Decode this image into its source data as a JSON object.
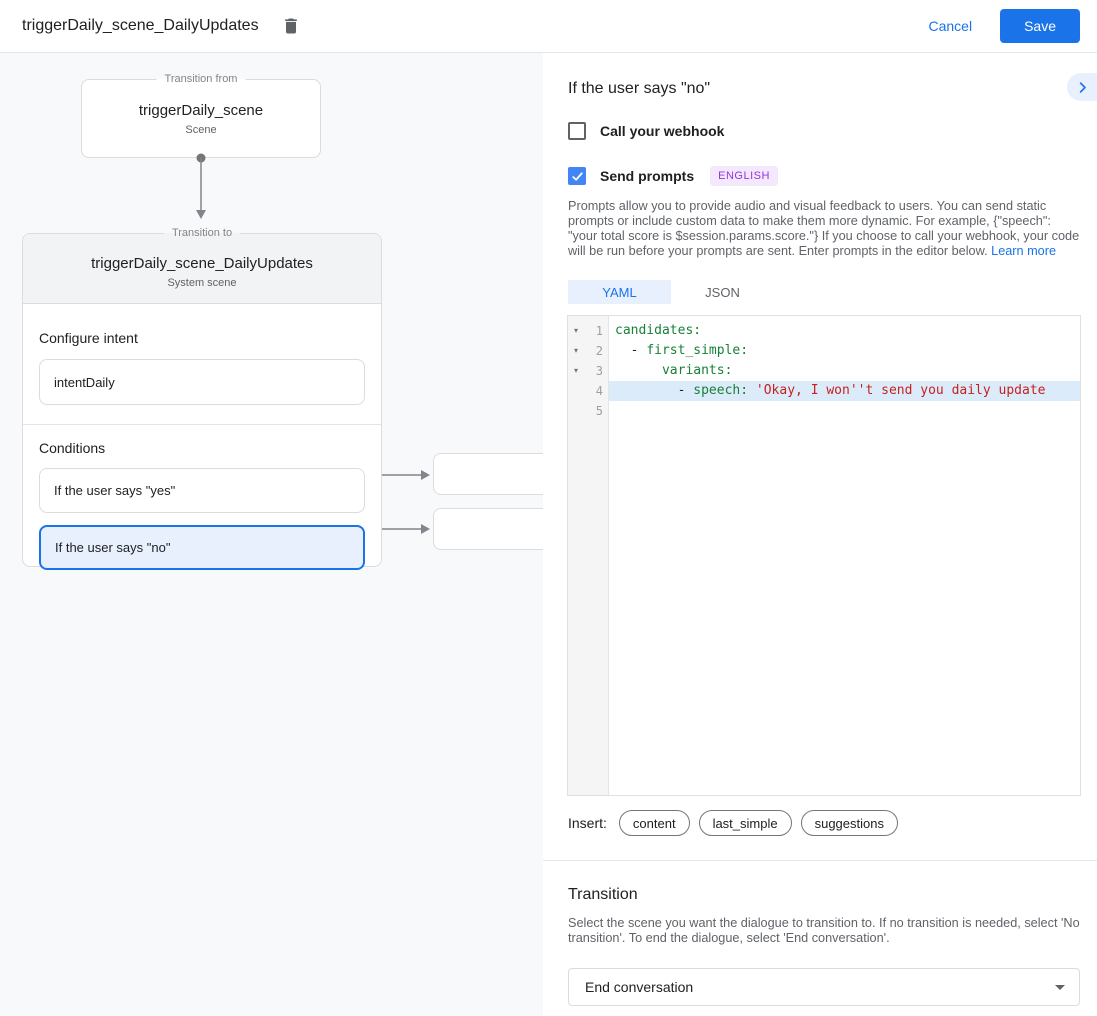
{
  "topbar": {
    "title": "triggerDaily_scene_DailyUpdates",
    "cancel_label": "Cancel",
    "save_label": "Save"
  },
  "diagram": {
    "from_box": {
      "legend": "Transition from",
      "title": "triggerDaily_scene",
      "subtitle": "Scene"
    },
    "to_card": {
      "legend": "Transition to",
      "title": "triggerDaily_scene_DailyUpdates",
      "subtitle": "System scene",
      "intent_label": "Configure intent",
      "intent_value": "intentDaily",
      "conditions_label": "Conditions",
      "conditions": [
        {
          "label": "If the user says \"yes\"",
          "selected": false
        },
        {
          "label": "If the user says \"no\"",
          "selected": true
        }
      ]
    }
  },
  "panel": {
    "title": "If the user says \"no\"",
    "webhook": {
      "label": "Call your webhook",
      "checked": false
    },
    "prompts": {
      "label": "Send prompts",
      "checked": true,
      "language_badge": "ENGLISH"
    },
    "description": "Prompts allow you to provide audio and visual feedback to users. You can send static prompts or include custom data to make them more dynamic. For example, {\"speech\": \"your total score is $session.params.score.\"} If you choose to call your webhook, your code will be run before your prompts are sent. Enter prompts in the editor below. ",
    "learn_more": "Learn more",
    "tabs": [
      {
        "label": "YAML",
        "active": true
      },
      {
        "label": "JSON",
        "active": false
      }
    ],
    "editor": {
      "fold_glyph": "▾",
      "lines": [
        {
          "n": "1",
          "fold": true,
          "active": false,
          "parts": [
            {
              "t": "candidates:",
              "c": "key"
            }
          ]
        },
        {
          "n": "2",
          "fold": true,
          "active": false,
          "parts": [
            {
              "t": "  - ",
              "c": "plain"
            },
            {
              "t": "first_simple:",
              "c": "key"
            }
          ]
        },
        {
          "n": "3",
          "fold": true,
          "active": false,
          "parts": [
            {
              "t": "      ",
              "c": "plain"
            },
            {
              "t": "variants:",
              "c": "key"
            }
          ]
        },
        {
          "n": "4",
          "fold": false,
          "active": true,
          "parts": [
            {
              "t": "        - ",
              "c": "plain"
            },
            {
              "t": "speech:",
              "c": "key"
            },
            {
              "t": " ",
              "c": "plain"
            },
            {
              "t": "'Okay, I won''t send you daily update",
              "c": "str"
            }
          ]
        },
        {
          "n": "5",
          "fold": false,
          "active": false,
          "parts": []
        }
      ]
    },
    "insert": {
      "label": "Insert:",
      "chips": [
        "content",
        "last_simple",
        "suggestions"
      ]
    },
    "transition": {
      "title": "Transition",
      "description": "Select the scene you want the dialogue to transition to. If no transition is needed, select 'No transition'. To end the dialogue, select 'End conversation'.",
      "select_value": "End conversation"
    }
  },
  "colors": {
    "accent_blue": "#1a73e8",
    "selected_fill": "#e8f0fe",
    "canvas_bg": "#f8f9fa",
    "badge_bg": "#f4e8fd",
    "badge_text": "#9334e6",
    "code_key": "#188038",
    "code_string": "#c5221f",
    "active_line": "#dcebfa"
  }
}
